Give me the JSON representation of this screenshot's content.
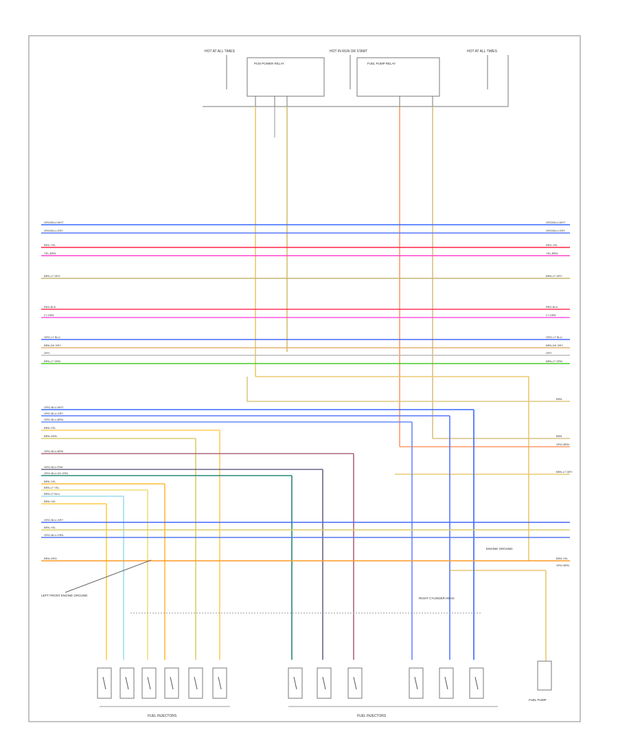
{
  "wires_left": [
    {
      "label": "ORG/BLU-WHT",
      "color": "#3366ff"
    },
    {
      "label": "ORG/BLU-GRY",
      "color": "#5577ff"
    },
    {
      "label": "RED-YEL",
      "color": "#ff2244"
    },
    {
      "label": "YEL-BRN",
      "color": "#ff44cc"
    },
    {
      "label": "BRN-LT GRY",
      "color": "#c8b46e"
    },
    {
      "label": "RED-BLK",
      "color": "#ff3355"
    },
    {
      "label": "LT-GRN",
      "color": "#ff55dd"
    },
    {
      "label": "ORG-LT BLU",
      "color": "#4466ff"
    },
    {
      "label": "BRN-DK GRY",
      "color": "#e0b070"
    },
    {
      "label": "GRY",
      "color": "#bbbbbb"
    },
    {
      "label": "BRN-LT GRN",
      "color": "#44cc22"
    }
  ],
  "wires_lower": [
    {
      "label": "ORG-BLU-WHT",
      "color": "#3366ff"
    },
    {
      "label": "ORG-BLU-GRY",
      "color": "#5577ff"
    },
    {
      "label": "ORG-BLU-BRN",
      "color": "#6688ff"
    },
    {
      "label": "BRN-YEL",
      "color": "#ffcc55"
    },
    {
      "label": "BRN-GRN",
      "color": "#ddcc66"
    },
    {
      "label": "ORG-BLU-BRN",
      "color": "#aa6677"
    },
    {
      "label": "ORG-BLU-PNK",
      "color": "#666688"
    },
    {
      "label": "ORG-BLU-DK GRN",
      "color": "#228877"
    },
    {
      "label": "BRN-YEL",
      "color": "#ffbb33"
    },
    {
      "label": "BRN-LT YEL",
      "color": "#eedd77"
    },
    {
      "label": "BRN-LT BLU",
      "color": "#99ddee"
    },
    {
      "label": "BRN-YEL",
      "color": "#ffcc44"
    },
    {
      "label": "ORG-BLU-GRY",
      "color": "#4466ff"
    },
    {
      "label": "BRN-YEL",
      "color": "#ddcc66"
    },
    {
      "label": "ORG-BLU-GRN",
      "color": "#5577ee"
    },
    {
      "label": "BRN-ORG",
      "color": "#ff9922"
    }
  ],
  "right_labels": [
    "BRN",
    "BRN",
    "ORG-BRN",
    "BRN-LT GRY",
    "BRN-YEL",
    "ORG-BRN"
  ],
  "top_labels": [
    "HOT AT ALL TIMES",
    "HOT IN RUN OR START",
    "HOT AT ALL TIMES",
    "PCM POWER RELAY",
    "FUEL PUMP RELAY"
  ],
  "bottom_groups": [
    "FUEL INJECTORS",
    "FUEL INJECTORS"
  ],
  "callouts": [
    "LEFT FRONT ENGINE GROUND",
    "ENGINE GROUND",
    "RIGHT CYLINDER HEAD",
    "FUEL PUMP"
  ]
}
